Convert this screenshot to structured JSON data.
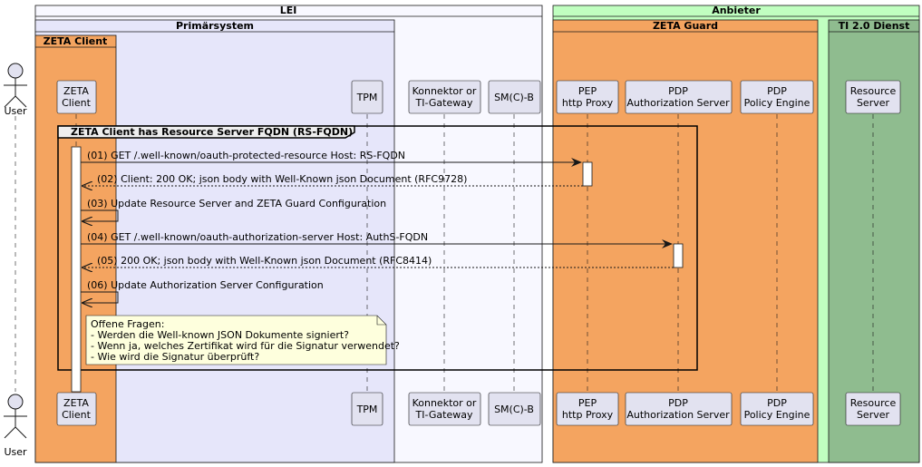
{
  "boxes": {
    "lei": "LEI",
    "primaersystem": "Primärsystem",
    "zeta_client": "ZETA Client",
    "anbieter": "Anbieter",
    "zeta_guard": "ZETA Guard",
    "ti_dienst": "TI 2.0 Dienst"
  },
  "participants": {
    "user": "User",
    "zeta_client": [
      "ZETA",
      "Client"
    ],
    "tpm": "TPM",
    "konnektor": [
      "Konnektor or",
      "TI-Gateway"
    ],
    "smcb": "SM(C)-B",
    "pep": [
      "PEP",
      "http Proxy"
    ],
    "pdp_as": [
      "PDP",
      "Authorization Server"
    ],
    "pdp_pe": [
      "PDP",
      "Policy Engine"
    ],
    "resource_server": [
      "Resource",
      "Server"
    ]
  },
  "frame": {
    "title": "ZETA Client has Resource Server FQDN (RS-FQDN)"
  },
  "messages": [
    "(01) GET /.well-known/oauth-protected-resource Host: RS-FQDN",
    "(02) Client: 200 OK; json body with Well-Known json Document (RFC9728)",
    "(03) Update Resource Server and ZETA Guard Configuration",
    "(04) GET /.well-known/oauth-authorization-server Host: AuthS-FQDN",
    "(05) 200 OK; json body with Well-Known json Document (RFC8414)",
    "(06) Update Authorization Server Configuration"
  ],
  "note": {
    "lines": [
      "Offene Fragen:",
      "- Werden die Well-known JSON Dokumente signiert?",
      "- Wenn ja, welches Zertifikat wird für die Signatur verwendet?",
      "- Wie wird die Signatur überprüft?"
    ]
  },
  "colors": {
    "lei_bg": "#F8F8FF",
    "primaer_bg": "#E6E6FA",
    "zeta_orange": "#F4A460",
    "anbieter_bg": "#C0FFC0",
    "ti_green": "#8FBC8F",
    "participant_bg": "#E2E2F0",
    "note_bg": "#FEFFDD"
  }
}
